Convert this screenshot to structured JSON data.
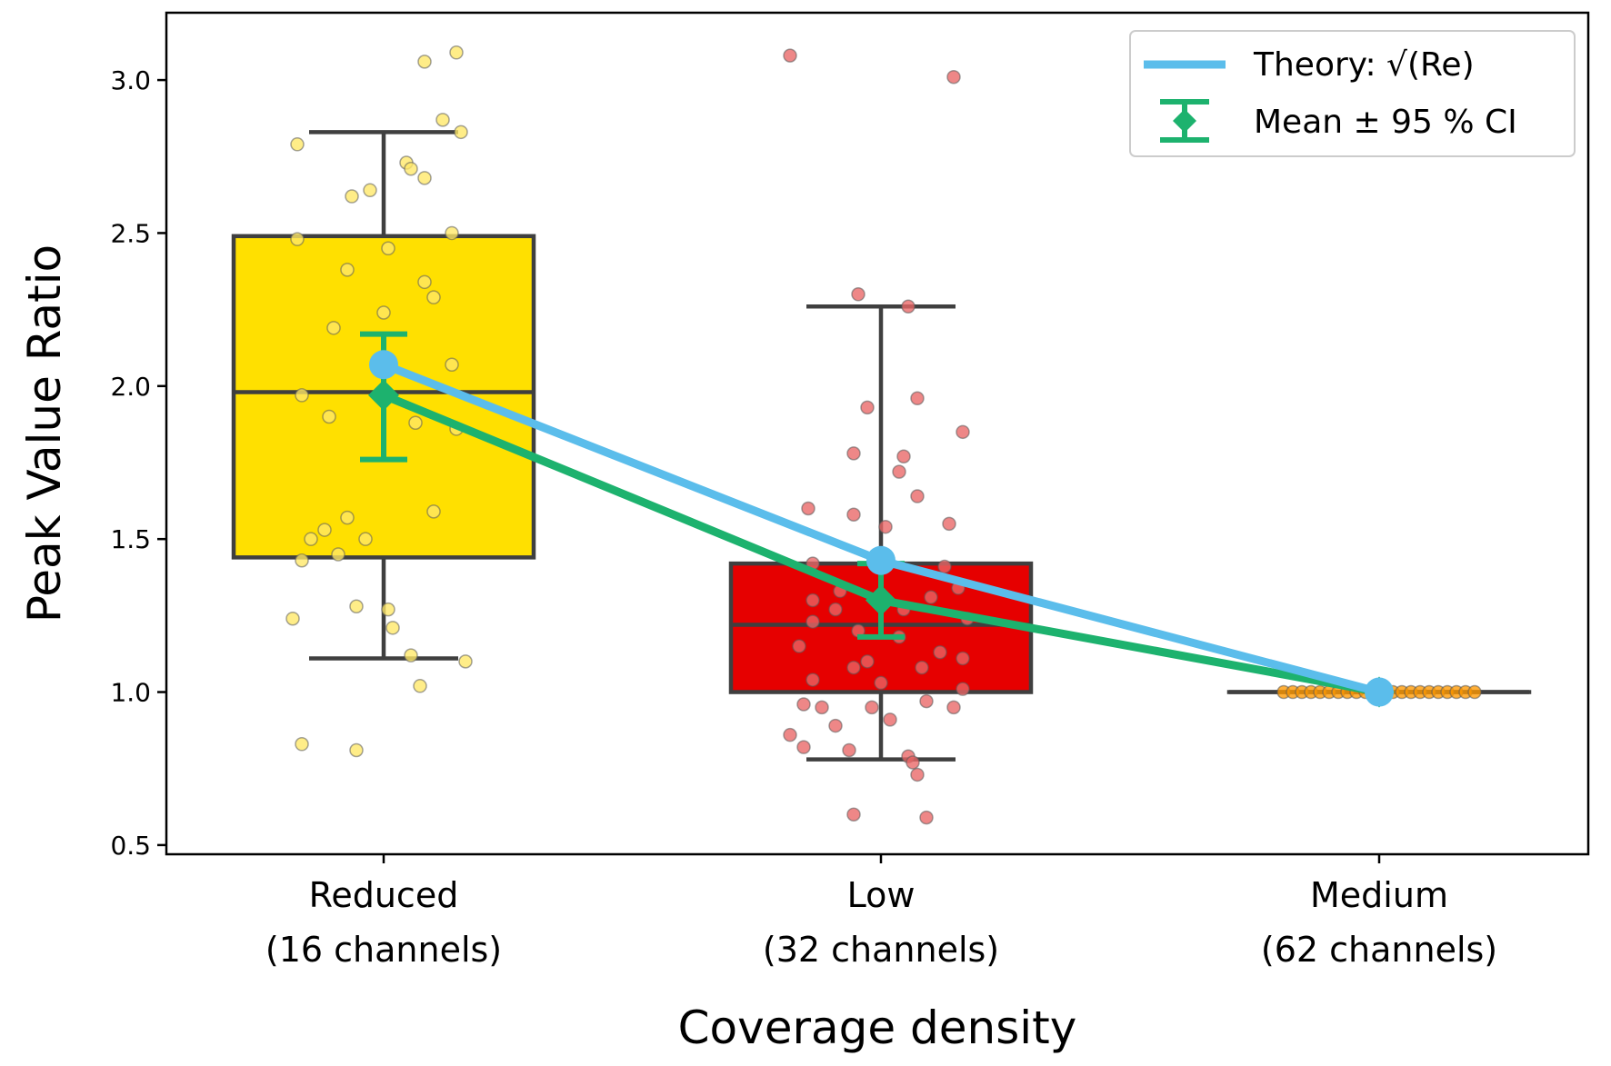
{
  "chart_data": {
    "type": "box",
    "title": "",
    "xlabel": "Coverage density",
    "ylabel": "Peak Value Ratio",
    "ylim": [
      0.47,
      3.22
    ],
    "yticks": [
      0.5,
      1.0,
      1.5,
      2.0,
      2.5,
      3.0
    ],
    "ytick_labels": [
      "0.5",
      "1.0",
      "1.5",
      "2.0",
      "2.5",
      "3.0"
    ],
    "grid": false,
    "legend_placement": "top-right",
    "categories": [
      {
        "line1": "Reduced",
        "line2": "(16 channels)",
        "color": "#FFE000",
        "point_color": "#FFE866"
      },
      {
        "line1": "Low",
        "line2": "(32 channels)",
        "color": "#E60000",
        "point_color": "#E96565"
      },
      {
        "line1": "Medium",
        "line2": "(62 channels)",
        "color": "#FF9900",
        "point_color": "#FF9900"
      }
    ],
    "boxes": [
      {
        "whisker_low": 1.11,
        "q1": 1.44,
        "median": 1.98,
        "q3": 2.49,
        "whisker_high": 2.83
      },
      {
        "whisker_low": 0.78,
        "q1": 1.0,
        "median": 1.22,
        "q3": 1.42,
        "whisker_high": 2.26
      },
      {
        "whisker_low": 1.0,
        "q1": 1.0,
        "median": 1.0,
        "q3": 1.0,
        "whisker_high": 1.0
      }
    ],
    "points": [
      [
        [
          -0.19,
          2.79
        ],
        [
          0.09,
          3.06
        ],
        [
          0.16,
          3.09
        ],
        [
          0.13,
          2.87
        ],
        [
          0.17,
          2.83
        ],
        [
          0.05,
          2.73
        ],
        [
          0.06,
          2.71
        ],
        [
          0.09,
          2.68
        ],
        [
          -0.07,
          2.62
        ],
        [
          -0.03,
          2.64
        ],
        [
          -0.19,
          2.48
        ],
        [
          0.15,
          2.5
        ],
        [
          0.01,
          2.45
        ],
        [
          -0.08,
          2.38
        ],
        [
          -0.0,
          2.24
        ],
        [
          0.09,
          2.34
        ],
        [
          0.11,
          2.29
        ],
        [
          -0.11,
          2.19
        ],
        [
          0.15,
          2.07
        ],
        [
          -0.18,
          1.97
        ],
        [
          0.0,
          1.98
        ],
        [
          0.07,
          1.88
        ],
        [
          -0.12,
          1.9
        ],
        [
          0.16,
          1.86
        ],
        [
          -0.08,
          1.57
        ],
        [
          0.11,
          1.59
        ],
        [
          -0.13,
          1.53
        ],
        [
          -0.16,
          1.5
        ],
        [
          -0.04,
          1.5
        ],
        [
          -0.18,
          1.43
        ],
        [
          -0.1,
          1.45
        ],
        [
          -0.06,
          1.28
        ],
        [
          0.01,
          1.27
        ],
        [
          -0.2,
          1.24
        ],
        [
          0.02,
          1.21
        ],
        [
          0.06,
          1.12
        ],
        [
          0.18,
          1.1
        ],
        [
          0.08,
          1.02
        ],
        [
          -0.18,
          0.83
        ],
        [
          -0.06,
          0.81
        ]
      ],
      [
        [
          -0.2,
          3.08
        ],
        [
          0.16,
          3.01
        ],
        [
          -0.05,
          2.3
        ],
        [
          0.06,
          2.26
        ],
        [
          -0.03,
          1.93
        ],
        [
          0.08,
          1.96
        ],
        [
          0.18,
          1.85
        ],
        [
          -0.06,
          1.78
        ],
        [
          0.05,
          1.77
        ],
        [
          0.04,
          1.72
        ],
        [
          0.08,
          1.64
        ],
        [
          -0.16,
          1.6
        ],
        [
          -0.06,
          1.58
        ],
        [
          0.01,
          1.54
        ],
        [
          0.15,
          1.55
        ],
        [
          -0.15,
          1.42
        ],
        [
          0.14,
          1.41
        ],
        [
          -0.09,
          1.33
        ],
        [
          0.17,
          1.34
        ],
        [
          -0.15,
          1.3
        ],
        [
          0.11,
          1.31
        ],
        [
          -0.1,
          1.27
        ],
        [
          0.05,
          1.27
        ],
        [
          -0.15,
          1.23
        ],
        [
          0.19,
          1.24
        ],
        [
          -0.05,
          1.2
        ],
        [
          0.04,
          1.18
        ],
        [
          -0.18,
          1.15
        ],
        [
          0.13,
          1.13
        ],
        [
          -0.03,
          1.1
        ],
        [
          0.18,
          1.11
        ],
        [
          -0.06,
          1.08
        ],
        [
          0.09,
          1.08
        ],
        [
          -0.15,
          1.04
        ],
        [
          0.0,
          1.03
        ],
        [
          0.18,
          1.01
        ],
        [
          -0.17,
          0.96
        ],
        [
          -0.13,
          0.95
        ],
        [
          0.1,
          0.97
        ],
        [
          -0.02,
          0.95
        ],
        [
          0.02,
          0.91
        ],
        [
          -0.1,
          0.89
        ],
        [
          0.16,
          0.95
        ],
        [
          -0.2,
          0.86
        ],
        [
          -0.17,
          0.82
        ],
        [
          -0.07,
          0.81
        ],
        [
          0.06,
          0.79
        ],
        [
          0.07,
          0.77
        ],
        [
          0.08,
          0.73
        ],
        [
          -0.06,
          0.6
        ],
        [
          0.1,
          0.59
        ]
      ],
      [
        [
          -0.21,
          1.0
        ],
        [
          -0.19,
          1.0
        ],
        [
          -0.17,
          1.0
        ],
        [
          -0.15,
          1.0
        ],
        [
          -0.13,
          1.0
        ],
        [
          -0.11,
          1.0
        ],
        [
          -0.09,
          1.0
        ],
        [
          -0.07,
          1.0
        ],
        [
          -0.05,
          1.0
        ],
        [
          -0.03,
          1.0
        ],
        [
          -0.01,
          1.0
        ],
        [
          0.01,
          1.0
        ],
        [
          0.03,
          1.0
        ],
        [
          0.05,
          1.0
        ],
        [
          0.07,
          1.0
        ],
        [
          0.09,
          1.0
        ],
        [
          0.11,
          1.0
        ],
        [
          0.13,
          1.0
        ],
        [
          0.15,
          1.0
        ],
        [
          0.17,
          1.0
        ],
        [
          0.19,
          1.0
        ],
        [
          0.21,
          1.0
        ]
      ]
    ],
    "series": [
      {
        "name": "Theory: √(Re)",
        "values": [
          2.07,
          1.43,
          1.0
        ],
        "color": "#5BBDEB"
      },
      {
        "name": "Mean ± 95 % CI",
        "values": [
          1.97,
          1.3,
          1.0
        ],
        "ci_low": [
          1.76,
          1.18,
          1.0
        ],
        "ci_high": [
          2.17,
          1.42,
          1.0
        ],
        "color": "#1DB26E"
      }
    ]
  }
}
